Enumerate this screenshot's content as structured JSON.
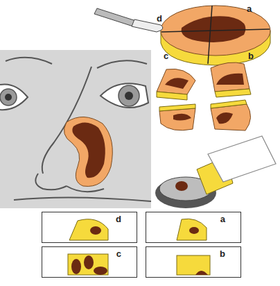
{
  "diagram": {
    "nodes": [
      {
        "text": [
          "d"
        ]
      },
      {
        "text": [
          "a"
        ]
      },
      {
        "text": [
          "c"
        ]
      },
      {
        "text": [
          "b"
        ]
      }
    ],
    "labels": [
      "a",
      "d",
      "c",
      "b"
    ]
  }
}
